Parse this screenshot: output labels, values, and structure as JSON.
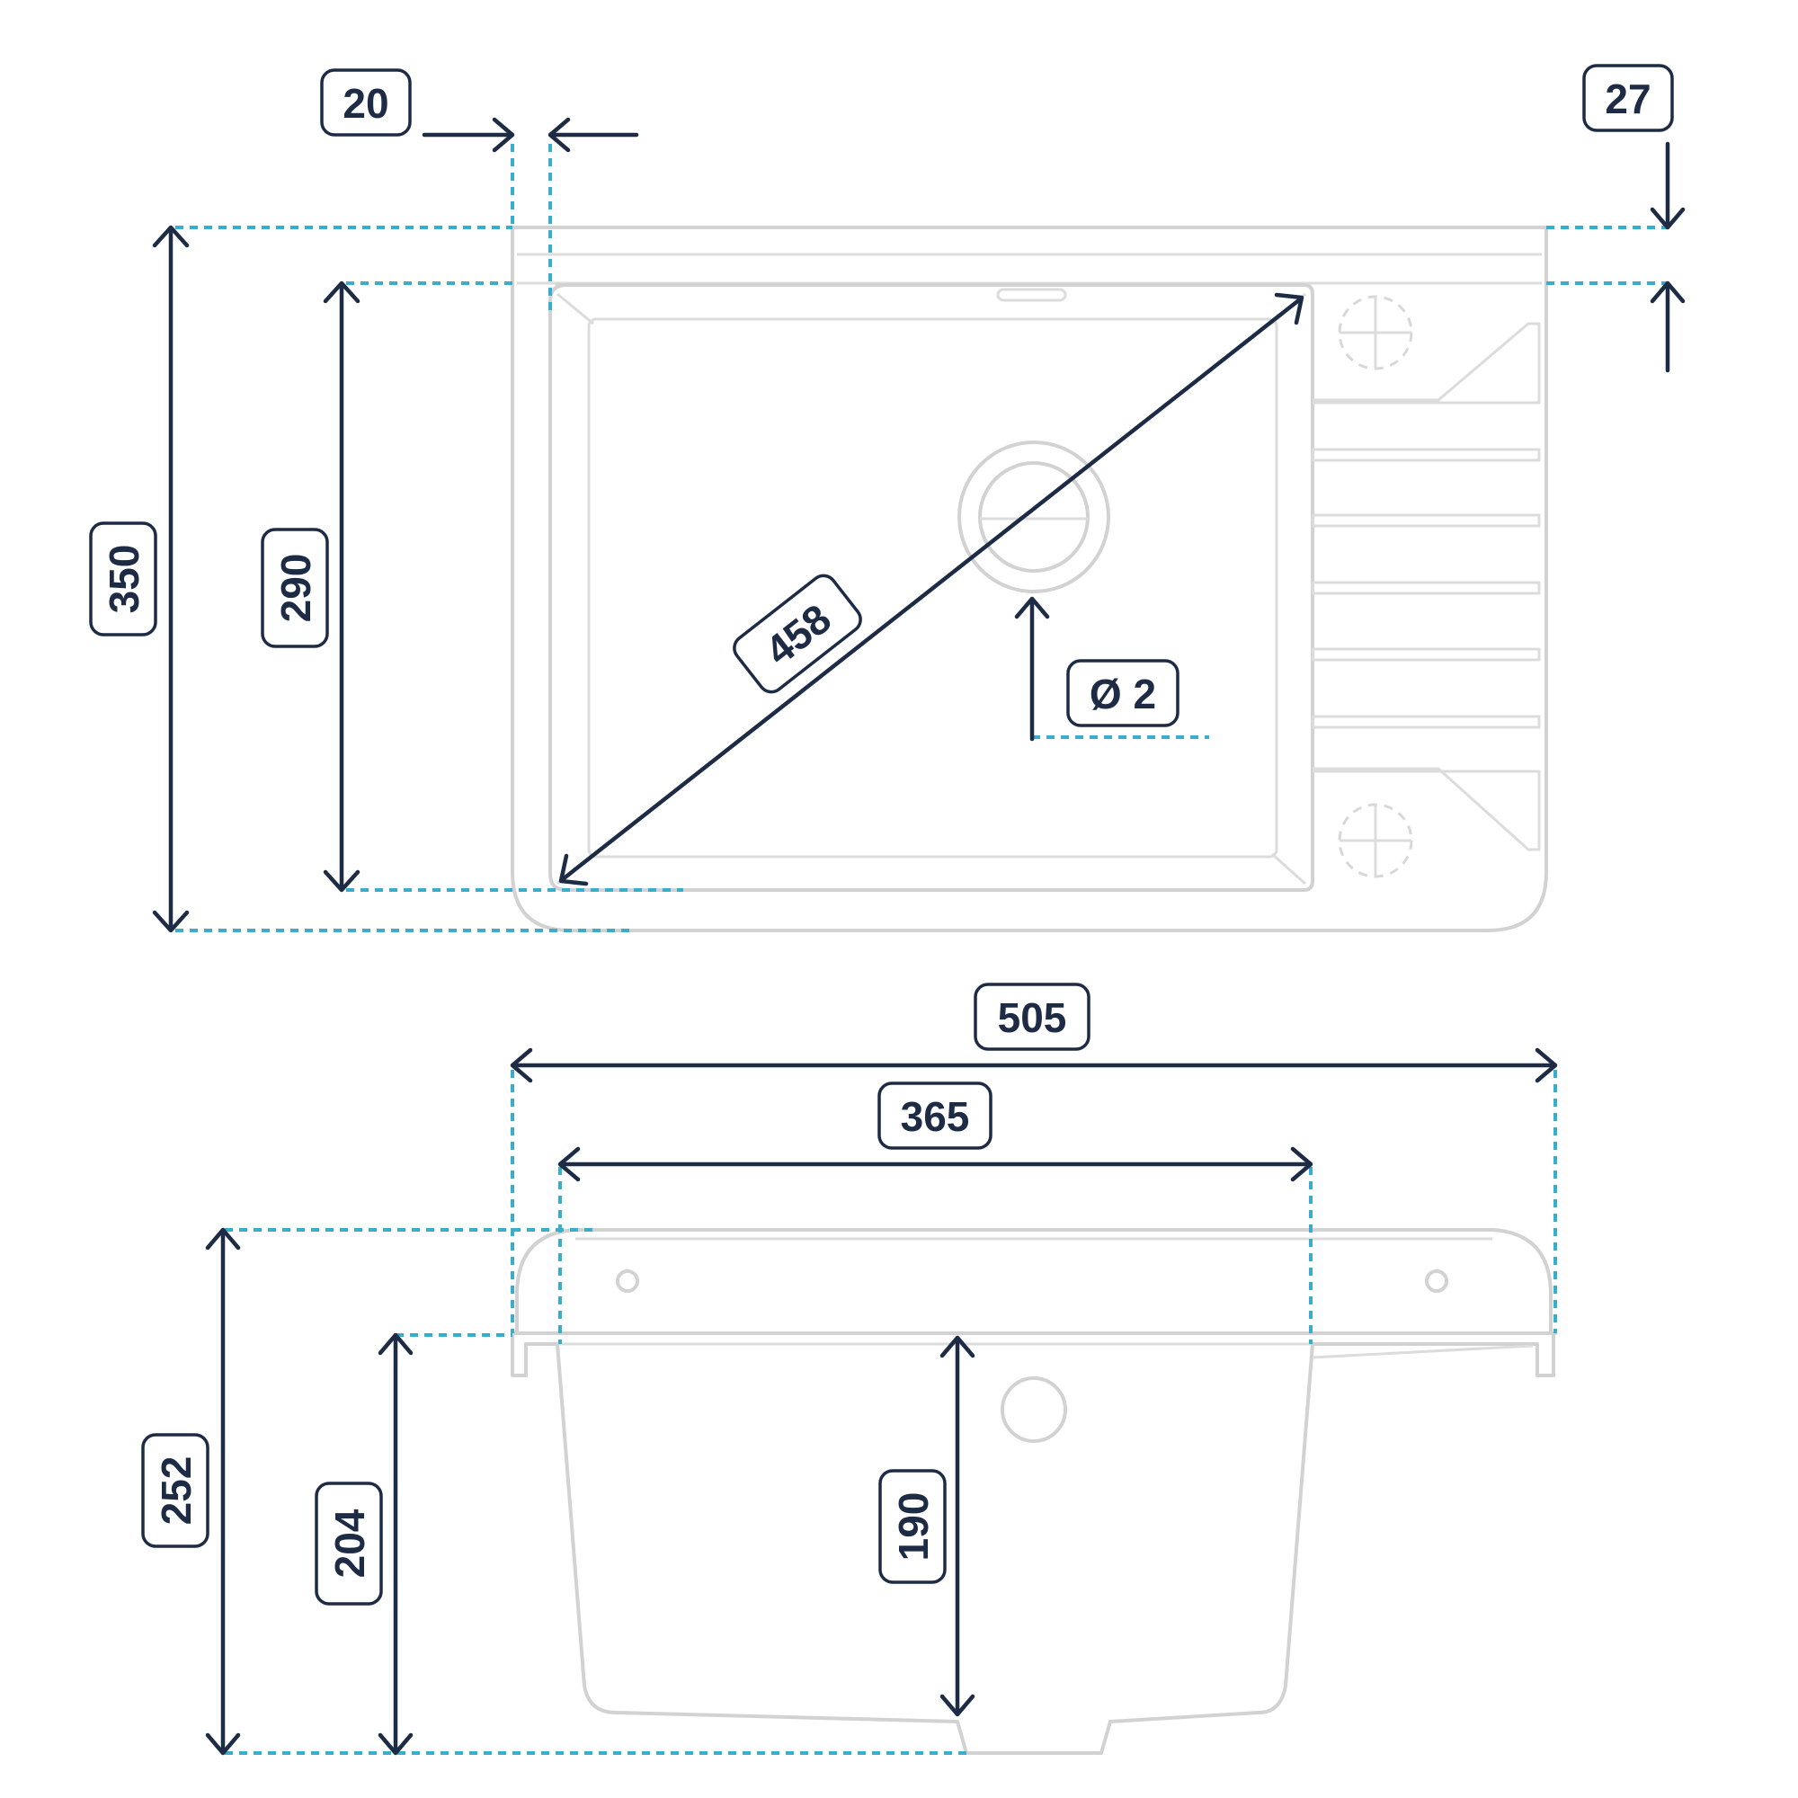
{
  "dimensions": {
    "top_left_offset": "20",
    "top_right_offset": "27",
    "total_depth": "350",
    "bowl_depth": "290",
    "bowl_diagonal": "458",
    "drain_diameter": "Ø 2",
    "total_width": "505",
    "bowl_width": "365",
    "total_height": "252",
    "side_height": "204",
    "bowl_height": "190"
  },
  "colors": {
    "dimension_line": "#1d2b45",
    "extension_line": "#3aaccc",
    "sink_outline": "#d2d2d2"
  }
}
